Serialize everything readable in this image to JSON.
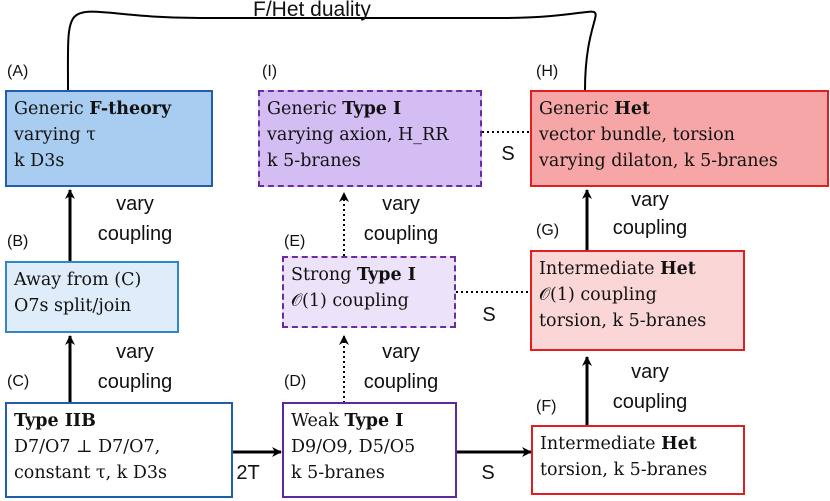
{
  "title": "F/Het duality",
  "nodes": {
    "A": {
      "id": "(A)",
      "line1_pre": "Generic ",
      "line1_bold": "F-theory",
      "line2": "varying τ",
      "line3": "k D3s"
    },
    "B": {
      "id": "(B)",
      "line1": "Away from (C)",
      "line2": "O7s split/join"
    },
    "C": {
      "id": "(C)",
      "line1_bold": "Type IIB",
      "line2": "D7/O7 ⊥ D7/O7,",
      "line3": "constant τ, k D3s"
    },
    "D": {
      "id": "(D)",
      "line1_pre": "Weak ",
      "line1_bold": "Type I",
      "line2": "D9/O9, D5/O5",
      "line3": "k 5-branes"
    },
    "E": {
      "id": "(E)",
      "line1_pre": "Strong ",
      "line1_bold": "Type I",
      "line2": "𝒪(1) coupling"
    },
    "F": {
      "id": "(F)",
      "line1_pre": "Intermediate ",
      "line1_bold": "Het",
      "line2": "torsion, k 5-branes"
    },
    "G": {
      "id": "(G)",
      "line1_pre": "Intermediate ",
      "line1_bold": "Het",
      "line2": "𝒪(1) coupling",
      "line3": "torsion, k 5-branes"
    },
    "H": {
      "id": "(H)",
      "line1_pre": "Generic ",
      "line1_bold": "Het",
      "line2": "vector bundle, torsion",
      "line3": "varying dilaton, k 5-branes"
    },
    "I": {
      "id": "(I)",
      "line1_pre": "Generic ",
      "line1_bold": "Type I",
      "line2": "varying axion, H_RR",
      "line3": "k 5-branes"
    }
  },
  "edges": {
    "vary": "vary",
    "coupling": "coupling",
    "two_t": "2T",
    "s": "S"
  },
  "colors": {
    "blue_border": "#1f5fa8",
    "blue_fill": "#a9cdf0",
    "light_blue_fill": "#deedf9",
    "purple_border": "#6a2ca0",
    "purple_fill": "#d3bdf2",
    "light_purple_fill": "#ece2f9",
    "red_border": "#e02020",
    "red_fill": "#f6a6a6",
    "light_red_fill": "#fbd6d6"
  }
}
